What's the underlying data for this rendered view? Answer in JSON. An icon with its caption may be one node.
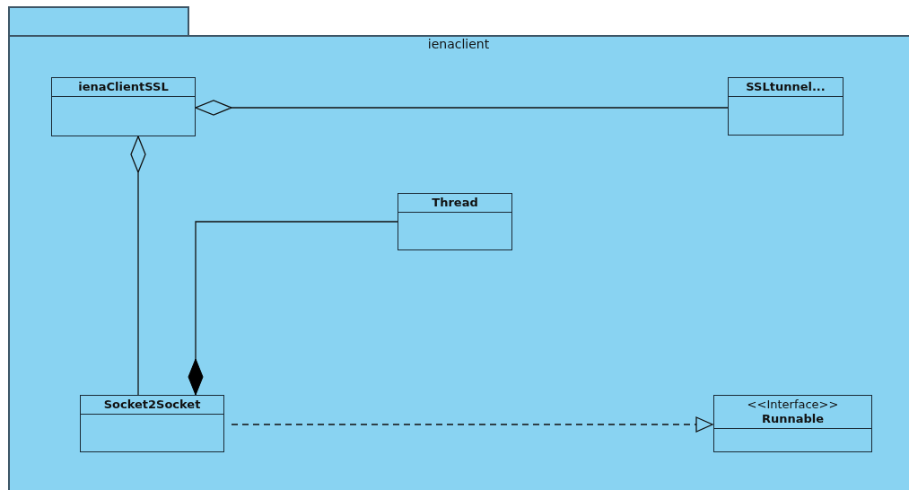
{
  "diagram": {
    "nodes": [
      {
        "text": [
          "ienaclient"
        ]
      },
      {
        "text": [
          "ienaClientSSL"
        ],
        "in": 0
      },
      {
        "text": [
          "SSLtunnel..."
        ],
        "in": 0
      },
      {
        "text": [
          "Thread"
        ],
        "in": 0
      },
      {
        "text": [
          "Socket2Socket"
        ],
        "in": 0
      },
      {
        "text": [
          "<<Interface>>",
          "Runnable"
        ],
        "in": 0
      }
    ],
    "edges": [
      {
        "from": 1,
        "to": 2,
        "arrow": "other"
      },
      {
        "from": 1,
        "to": 4,
        "arrow": "other"
      },
      {
        "from": 4,
        "to": 3,
        "arrow": "other"
      },
      {
        "from": 4,
        "to": 5,
        "arrow": "to",
        "style": "dashed"
      }
    ]
  }
}
